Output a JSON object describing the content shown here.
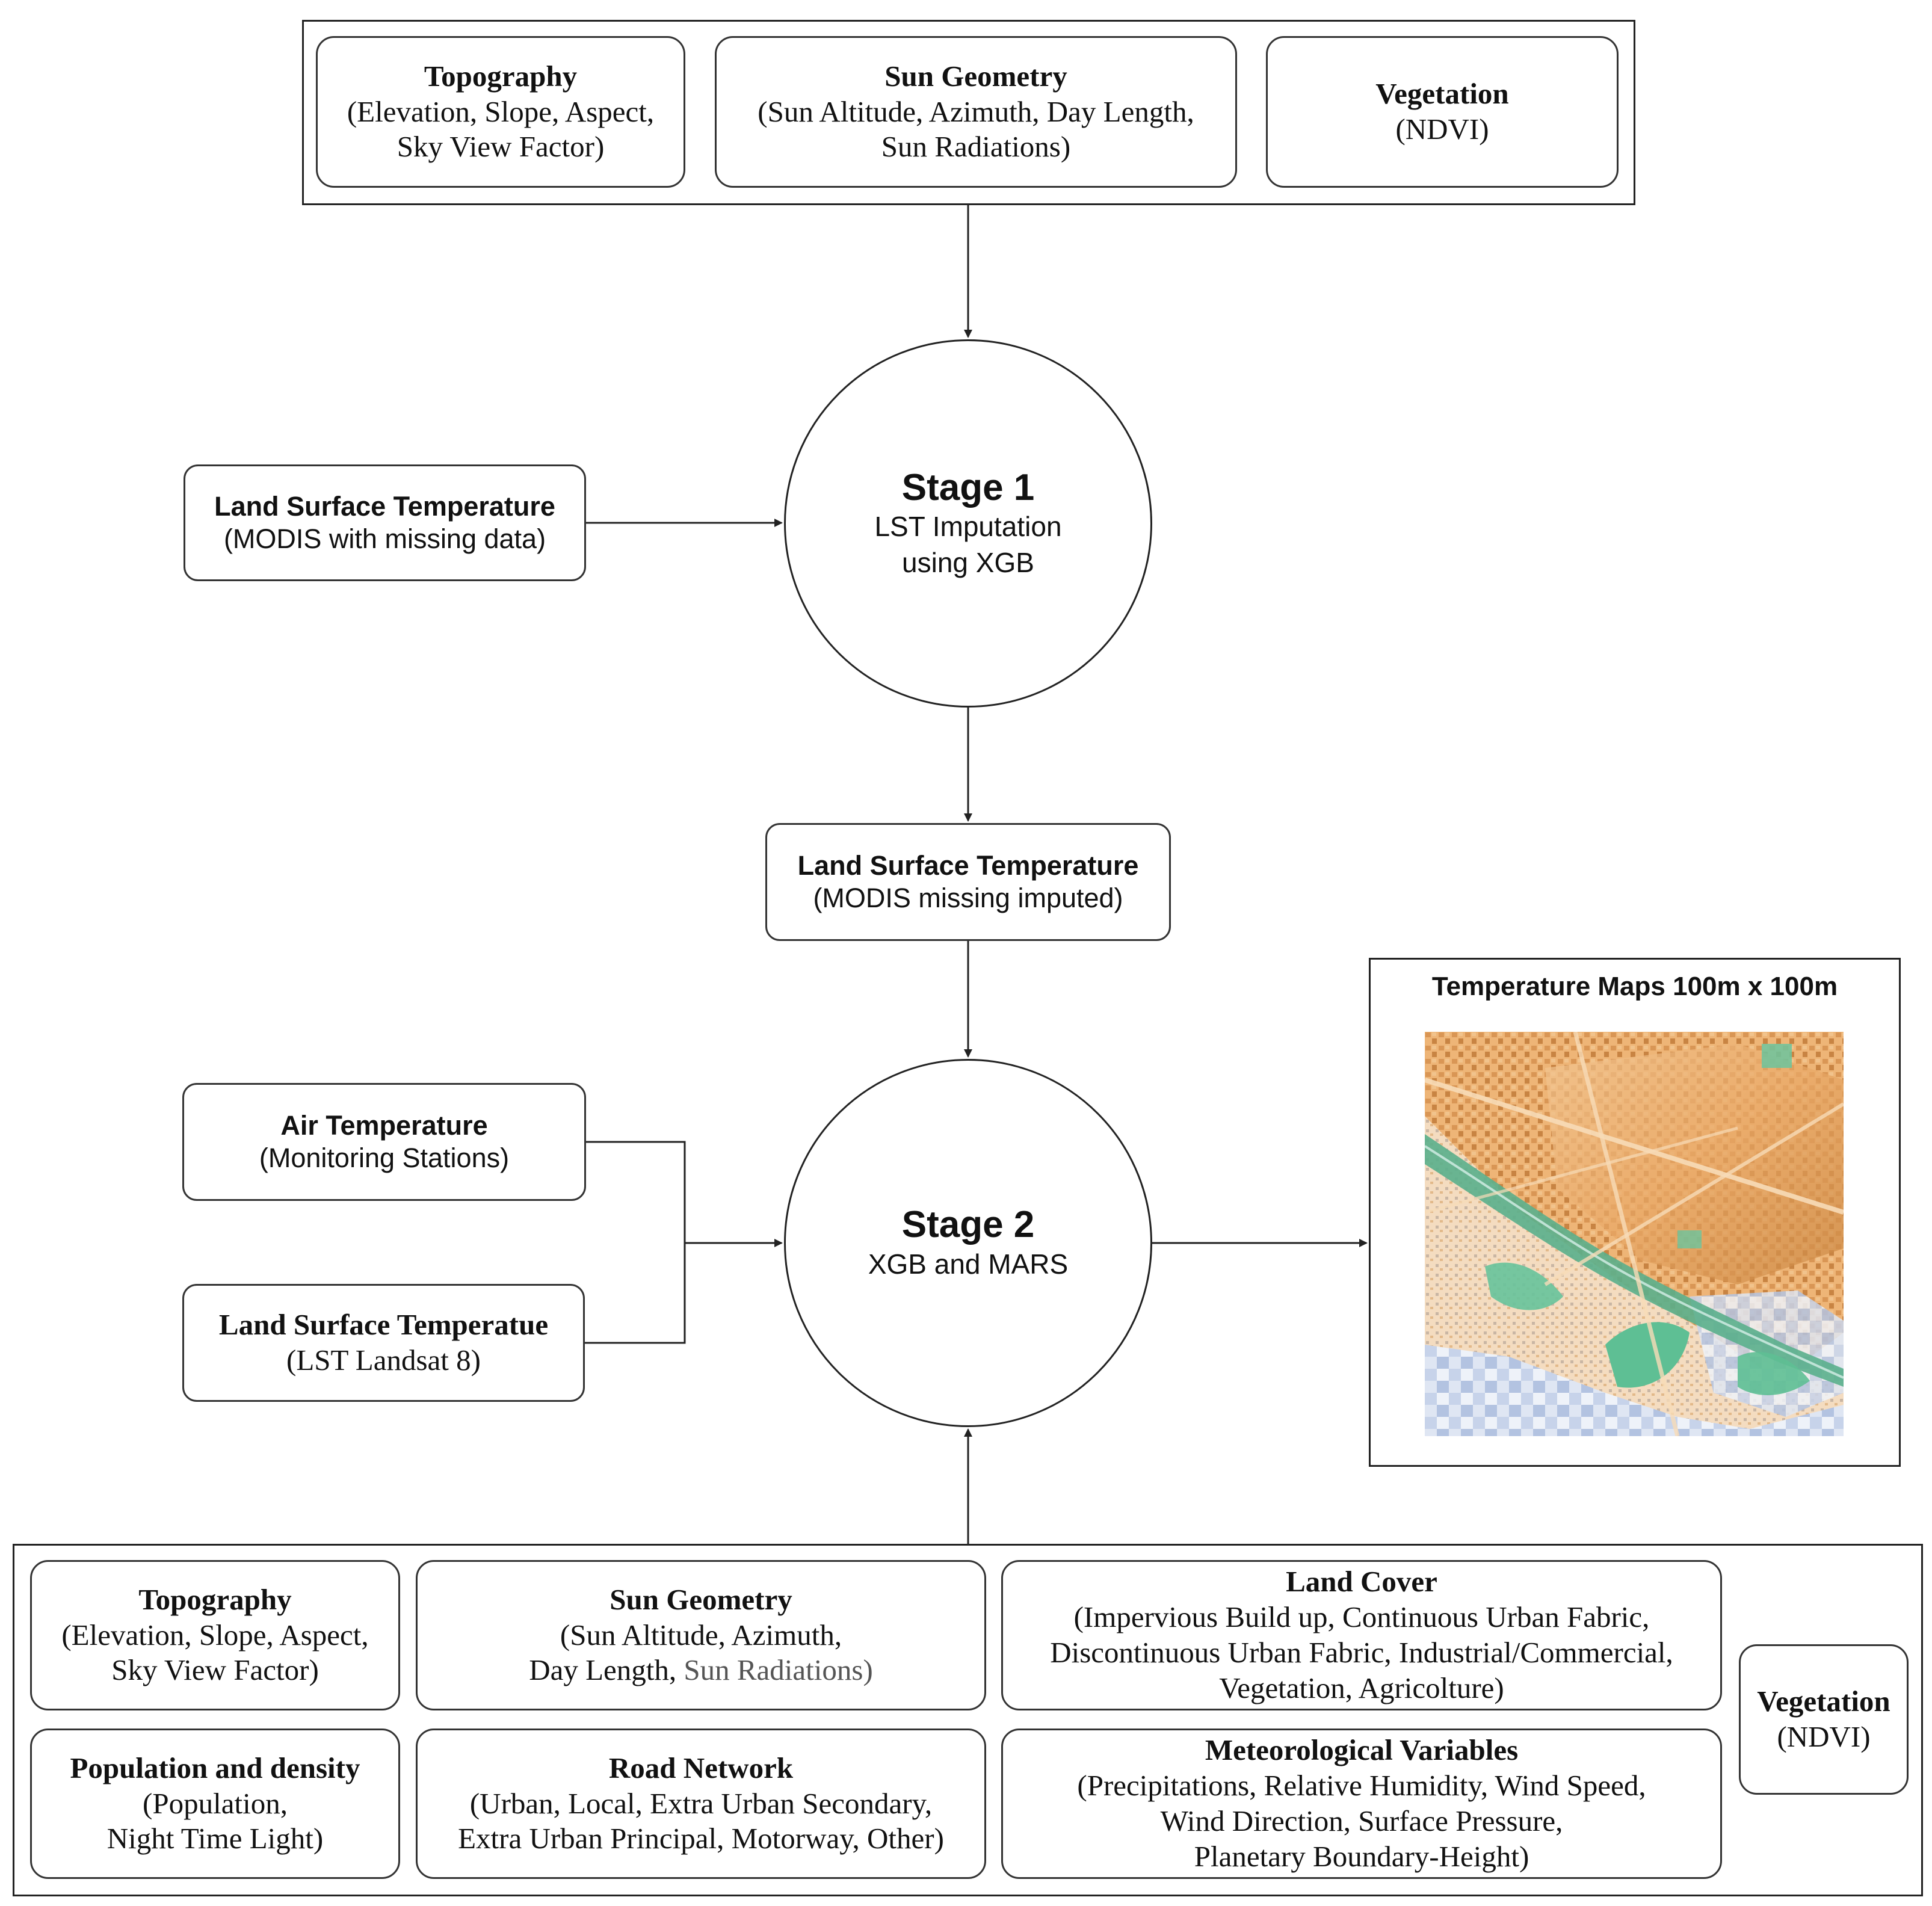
{
  "top_inputs": {
    "topography": {
      "title": "Topography",
      "desc_line1": "(Elevation, Slope, Aspect,",
      "desc_line2": "Sky View Factor)"
    },
    "sun_geometry": {
      "title": "Sun Geometry",
      "desc_line1": "(Sun Altitude, Azimuth, Day Length,",
      "desc_line2": "Sun Radiations)"
    },
    "vegetation": {
      "title": "Vegetation",
      "desc_line1": "(NDVI)"
    }
  },
  "lst_modis_missing": {
    "title": "Land Surface Temperature",
    "desc": "(MODIS with missing data)"
  },
  "stage1": {
    "title": "Stage 1",
    "line1": "LST Imputation",
    "line2": "using XGB"
  },
  "lst_modis_imputed": {
    "title": "Land Surface Temperature",
    "desc": "(MODIS missing imputed)"
  },
  "air_temperature": {
    "title": "Air Temperature",
    "desc": "(Monitoring Stations)"
  },
  "lst_landsat": {
    "title": "Land Surface Temperatue",
    "desc": "(LST Landsat 8)"
  },
  "stage2": {
    "title": "Stage 2",
    "line1": "XGB and MARS"
  },
  "temperature_maps": {
    "title": "Temperature Maps 100m x 100m"
  },
  "bottom_inputs": {
    "topography": {
      "title": "Topography",
      "desc_line1": "(Elevation, Slope, Aspect,",
      "desc_line2": "Sky View Factor)"
    },
    "sun_geometry": {
      "title": "Sun Geometry",
      "desc_line1": "(Sun Altitude, Azimuth,",
      "desc_line2a": "Day Length, ",
      "desc_line2b": "Sun Radiations)"
    },
    "land_cover": {
      "title": "Land Cover",
      "desc_line1": "(Impervious Build up, Continuous Urban Fabric,",
      "desc_line2": "Discontinuous Urban Fabric, Industrial/Commercial,",
      "desc_line3": "Vegetation, Agricolture)"
    },
    "vegetation": {
      "title": "Vegetation",
      "desc_line1": "(NDVI)"
    },
    "population": {
      "title": "Population and density",
      "desc_line1": "(Population,",
      "desc_line2": "Night Time Light)"
    },
    "road_network": {
      "title": "Road Network",
      "desc_line1": "(Urban, Local, Extra Urban Secondary,",
      "desc_line2": "Extra Urban Principal, Motorway, Other)"
    },
    "meteorological": {
      "title": "Meteorological Variables",
      "desc_line1": "(Precipitations, Relative Humidity, Wind Speed,",
      "desc_line2": "Wind Direction, Surface Pressure,",
      "desc_line3": "Planetary Boundary-Height)"
    }
  },
  "colors": {
    "stroke": "#222222",
    "map_warm": "#e9a866",
    "map_dark_warm": "#c98540",
    "map_green": "#5ebf94",
    "map_blue": "#b9c8e4",
    "map_river": "#55b08a"
  }
}
